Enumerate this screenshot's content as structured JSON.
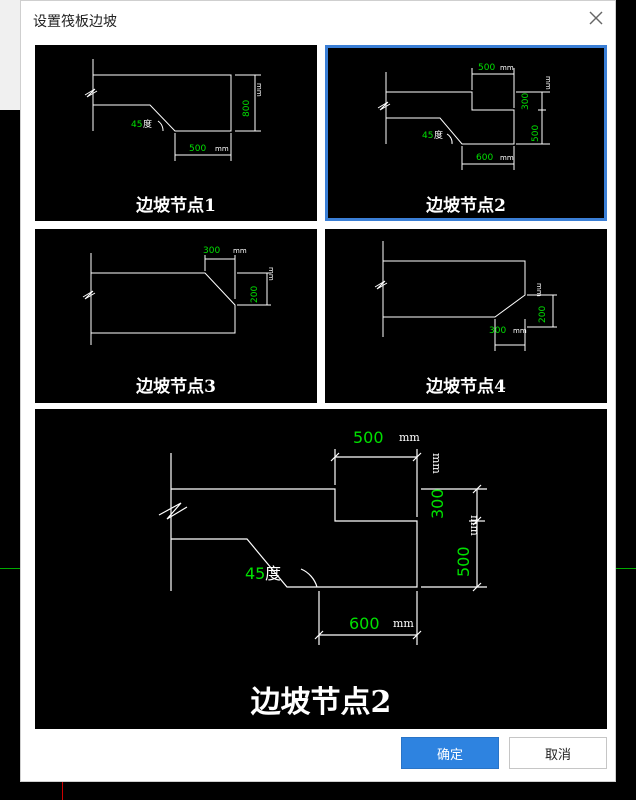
{
  "dialog": {
    "title": "设置筏板边坡",
    "ok_label": "确定",
    "cancel_label": "取消"
  },
  "nodes": [
    {
      "caption": "边坡节点1",
      "angle": "45",
      "angle_unit": "度",
      "dim_a": "800",
      "dim_b": "500",
      "unit": "mm"
    },
    {
      "caption": "边坡节点2",
      "angle": "45",
      "angle_unit": "度",
      "dim_top": "500",
      "dim_h1": "300",
      "dim_h2": "500",
      "dim_bottom": "600",
      "unit": "mm",
      "selected": true
    },
    {
      "caption": "边坡节点3",
      "dim_top": "300",
      "dim_h": "200",
      "unit": "mm"
    },
    {
      "caption": "边坡节点4",
      "dim_h": "200",
      "dim_bottom": "300",
      "unit": "mm"
    }
  ],
  "preview": {
    "caption": "边坡节点2",
    "angle": "45",
    "angle_unit": "度",
    "dim_top": "500",
    "dim_h1": "300",
    "dim_h2": "500",
    "dim_bottom": "600",
    "unit": "mm"
  },
  "colors": {
    "accent": "#2e83e0",
    "selected_border": "#3b7fd6",
    "dim_text": "#00e000",
    "line": "#ffffff"
  }
}
